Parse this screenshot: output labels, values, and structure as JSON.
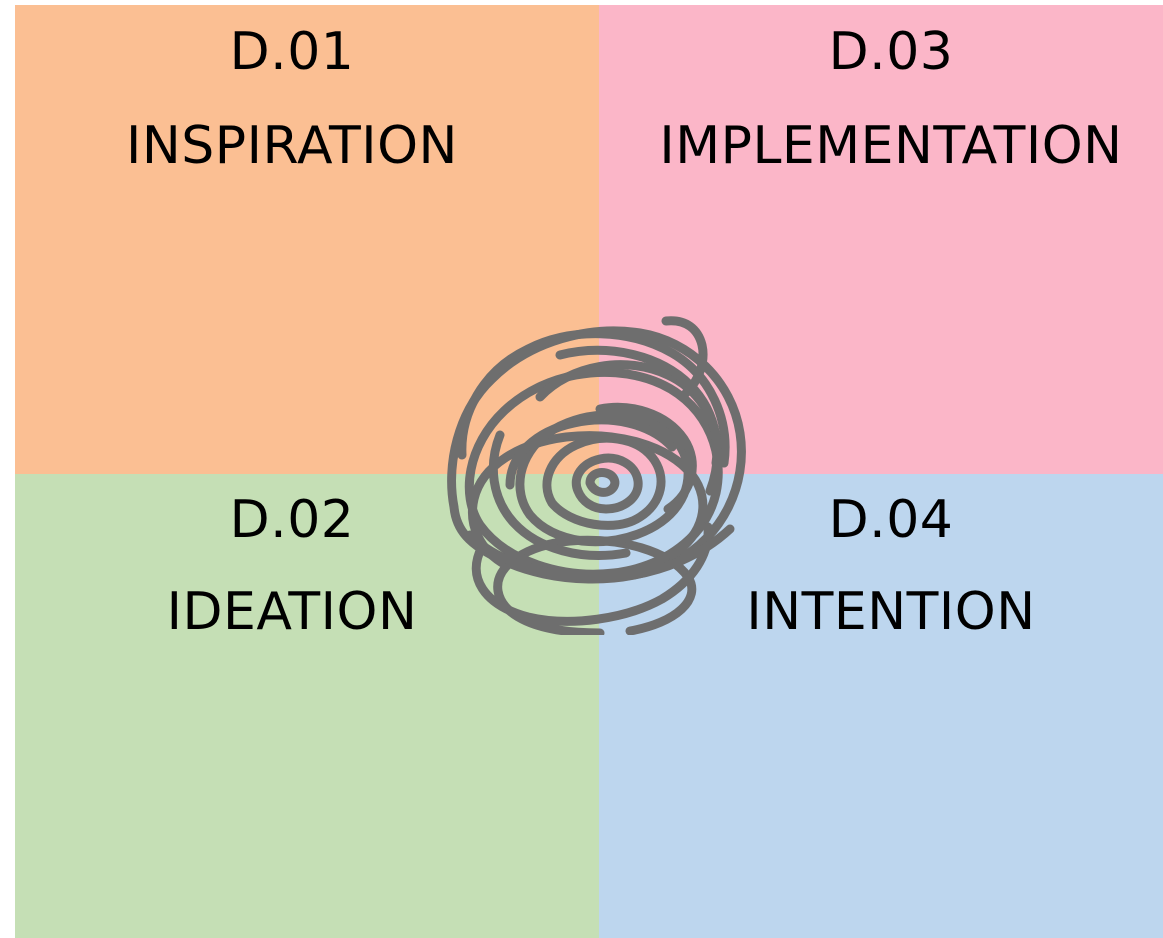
{
  "quadrants": [
    {
      "id": "tl",
      "code": "D.01",
      "name": "INSPIRATION",
      "color": "#FBBF93"
    },
    {
      "id": "tr",
      "code": "D.03",
      "name": "IMPLEMENTATION",
      "color": "#FBB6C8"
    },
    {
      "id": "bl",
      "code": "D.02",
      "name": "IDEATION",
      "color": "#C5DFB5"
    },
    {
      "id": "br",
      "code": "D.04",
      "name": "INTENTION",
      "color": "#BDD6EE"
    }
  ],
  "scribble": {
    "color": "#6E6E6E",
    "icon": "scribble-knot-icon"
  }
}
